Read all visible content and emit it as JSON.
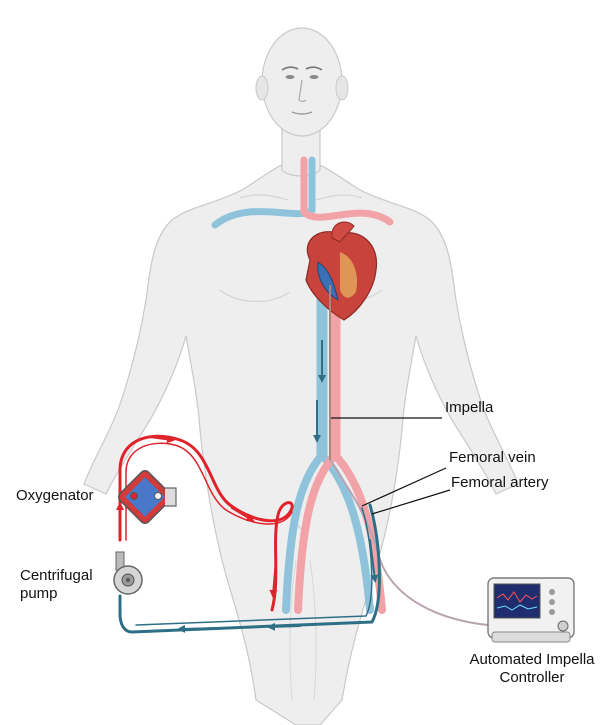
{
  "labels": {
    "impella": "Impella",
    "femoral_vein": "Femoral vein",
    "femoral_artery": "Femoral artery",
    "oxygenator": "Oxygenator",
    "pump_line1": "Centrifugal",
    "pump_line2": "pump",
    "controller_line1": "Automated Impella",
    "controller_line2": "Controller"
  },
  "colors": {
    "skin": "#eeeeee",
    "skin_outline": "#c9c9c9",
    "arterial": "#e0222b",
    "venous": "#2f6f86",
    "artery_pale": "#f2a3a8",
    "vein_pale": "#8fc3dc"
  }
}
